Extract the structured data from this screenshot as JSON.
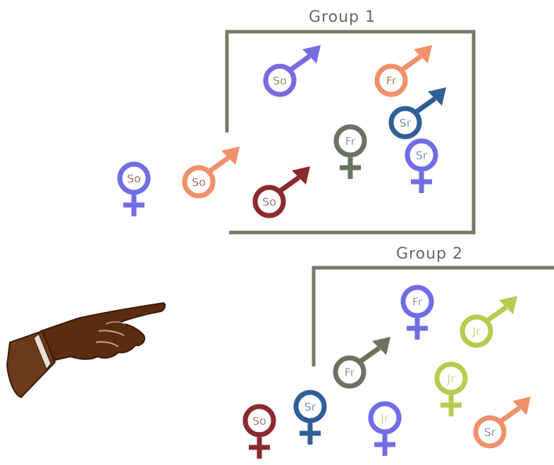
{
  "groups": [
    {
      "label": "Group 1"
    },
    {
      "label": "Group 2"
    }
  ],
  "symbols": [
    {
      "gender": "male",
      "text": "So",
      "color": "#7b6be0",
      "textColor": "#7a4a10"
    },
    {
      "gender": "male",
      "text": "Fr",
      "color": "#f0906a",
      "textColor": "#7a4a10"
    },
    {
      "gender": "male",
      "text": "Sr",
      "color": "#2f5f96",
      "textColor": "#2f5f96"
    },
    {
      "gender": "female",
      "text": "Fr",
      "color": "#6b7360",
      "textColor": "#6b7360"
    },
    {
      "gender": "female",
      "text": "Sr",
      "color": "#6f6ee6",
      "textColor": "#2f5f96"
    },
    {
      "gender": "female",
      "text": "So",
      "color": "#6f6ee6",
      "textColor": "#7a2020"
    },
    {
      "gender": "male",
      "text": "So",
      "color": "#f0906a",
      "textColor": "#7a2020"
    },
    {
      "gender": "male",
      "text": "So",
      "color": "#8a2a2e",
      "textColor": "#8a2a2e"
    },
    {
      "gender": "female",
      "text": "Fr",
      "color": "#6f6ee6",
      "textColor": "#6b7360"
    },
    {
      "gender": "male",
      "text": "Jr",
      "color": "#b5cc4e",
      "textColor": "#b5cc4e"
    },
    {
      "gender": "male",
      "text": "Fr",
      "color": "#6b7360",
      "textColor": "#6b7360"
    },
    {
      "gender": "female",
      "text": "Jr",
      "color": "#b5cc4e",
      "textColor": "#b5cc4e"
    },
    {
      "gender": "female",
      "text": "So",
      "color": "#8a2a2e",
      "textColor": "#8a2a2e"
    },
    {
      "gender": "female",
      "text": "Sr",
      "color": "#2f5f96",
      "textColor": "#2f5f96"
    },
    {
      "gender": "female",
      "text": "Jr",
      "color": "#6f6ee6",
      "textColor": "#b5cc4e"
    },
    {
      "gender": "male",
      "text": "Sr",
      "color": "#f0906a",
      "textColor": "#2f5f96"
    }
  ],
  "colors": {
    "bracket": "#757a66",
    "hand": "#5a2c10",
    "cuff": "#6b3a1a"
  }
}
